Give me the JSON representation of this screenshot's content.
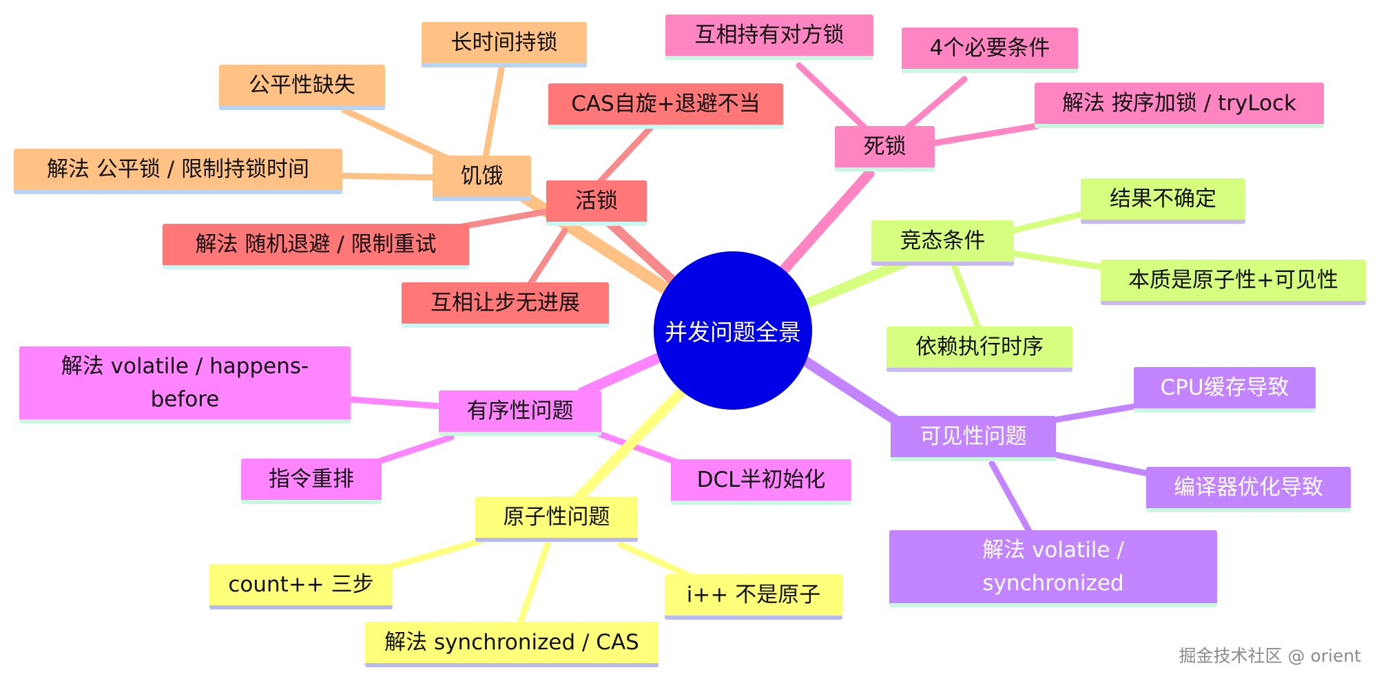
{
  "center": {
    "label": "并发问题全景",
    "color": "#0000e6"
  },
  "colors": {
    "orange": "#ffc284",
    "red": "#ff7777",
    "pink": "#ff84c2",
    "lime": "#d6ff80",
    "violet": "#c284ff",
    "magenta": "#ff84ff",
    "yellow": "#ffff7a",
    "orange_line": "#ffc284",
    "red_line": "#f78a8a",
    "pink_line": "#ff84c2",
    "lime_line": "#d6ff80",
    "violet_line": "#c284ff",
    "magenta_line": "#ff84ff",
    "yellow_line": "#ffff80"
  },
  "branches": {
    "starvation": {
      "label": "饥饿",
      "children": [
        "长时间持锁",
        "公平性缺失",
        "解法 公平锁 / 限制持锁时间"
      ]
    },
    "livelock": {
      "label": "活锁",
      "children": [
        "CAS自旋+退避不当",
        "解法 随机退避 / 限制重试",
        "互相让步无进展"
      ]
    },
    "deadlock": {
      "label": "死锁",
      "children": [
        "互相持有对方锁",
        "4个必要条件",
        "解法 按序加锁 / tryLock"
      ]
    },
    "race": {
      "label": "竞态条件",
      "children": [
        "结果不确定",
        "本质是原子性+可见性",
        "依赖执行时序"
      ]
    },
    "visibility": {
      "label": "可见性问题",
      "children": [
        "CPU缓存导致",
        "编译器优化导致",
        "解法 volatile /",
        "synchronized"
      ]
    },
    "ordering": {
      "label": "有序性问题",
      "children": [
        "解法 volatile / happens-",
        "before",
        "指令重排",
        "DCL半初始化"
      ]
    },
    "atomicity": {
      "label": "原子性问题",
      "children": [
        "count++ 三步",
        "解法 synchronized / CAS",
        "i++ 不是原子"
      ]
    }
  },
  "watermark": "掘金技术社区 @ orient"
}
